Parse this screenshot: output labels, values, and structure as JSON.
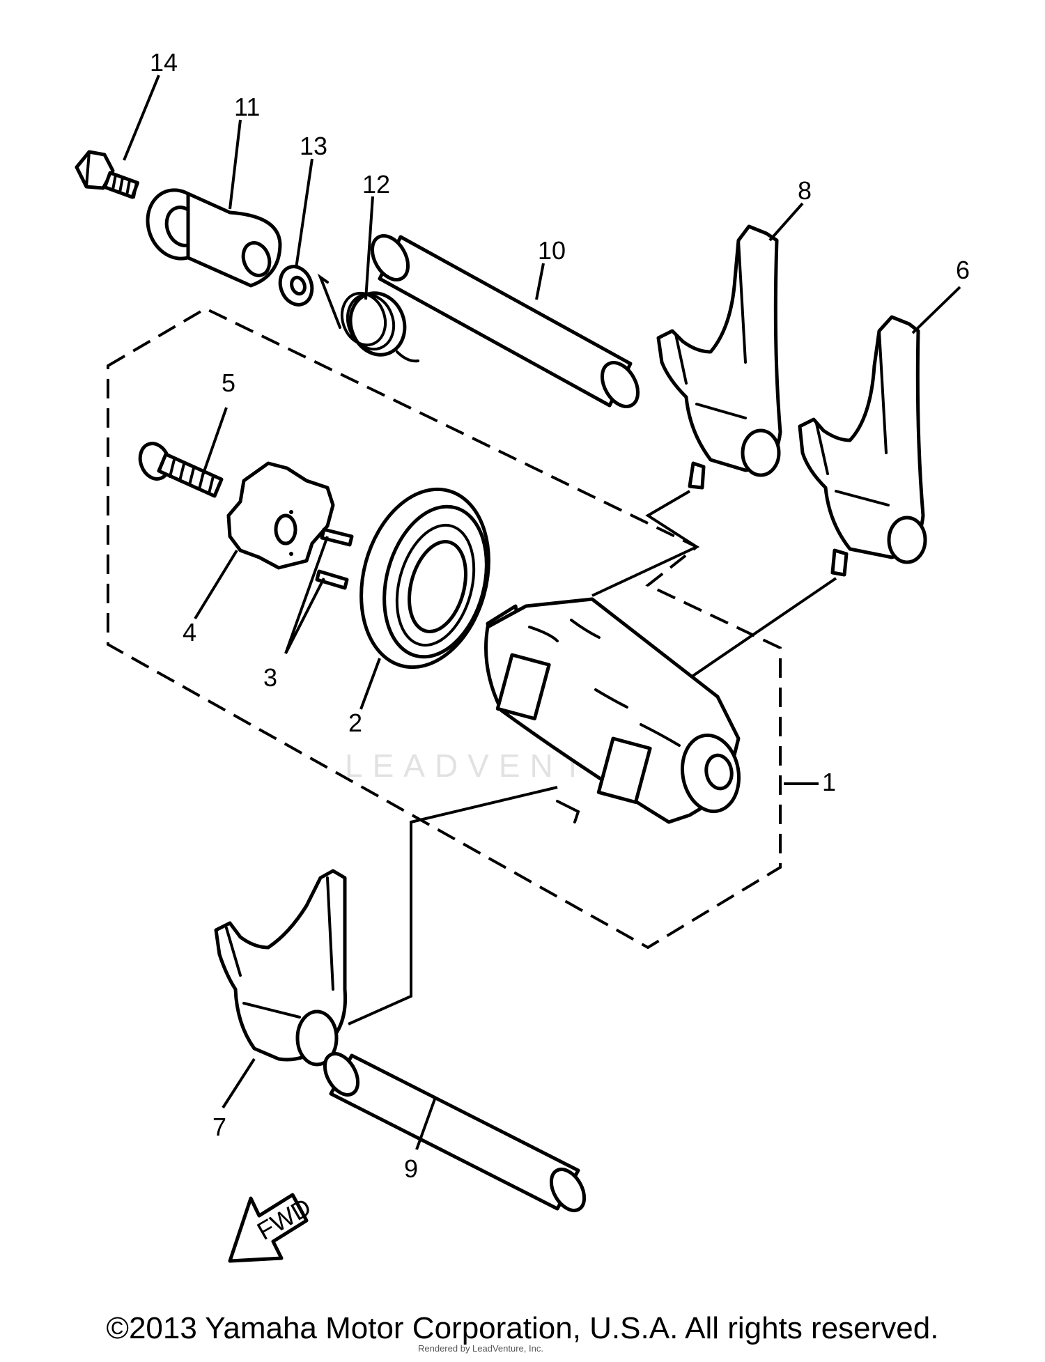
{
  "callouts": {
    "c1": "1",
    "c2": "2",
    "c3": "3",
    "c4": "4",
    "c5": "5",
    "c6": "6",
    "c7": "7",
    "c8": "8",
    "c9": "9",
    "c10": "10",
    "c11": "11",
    "c12": "12",
    "c13": "13",
    "c14": "14"
  },
  "arrow_label": "FWD",
  "watermark": "LEADVENTURE",
  "copyright": "©2013 Yamaha Motor Corporation, U.S.A. All rights reserved.",
  "rendered_by": "Rendered by LeadVenture, Inc."
}
